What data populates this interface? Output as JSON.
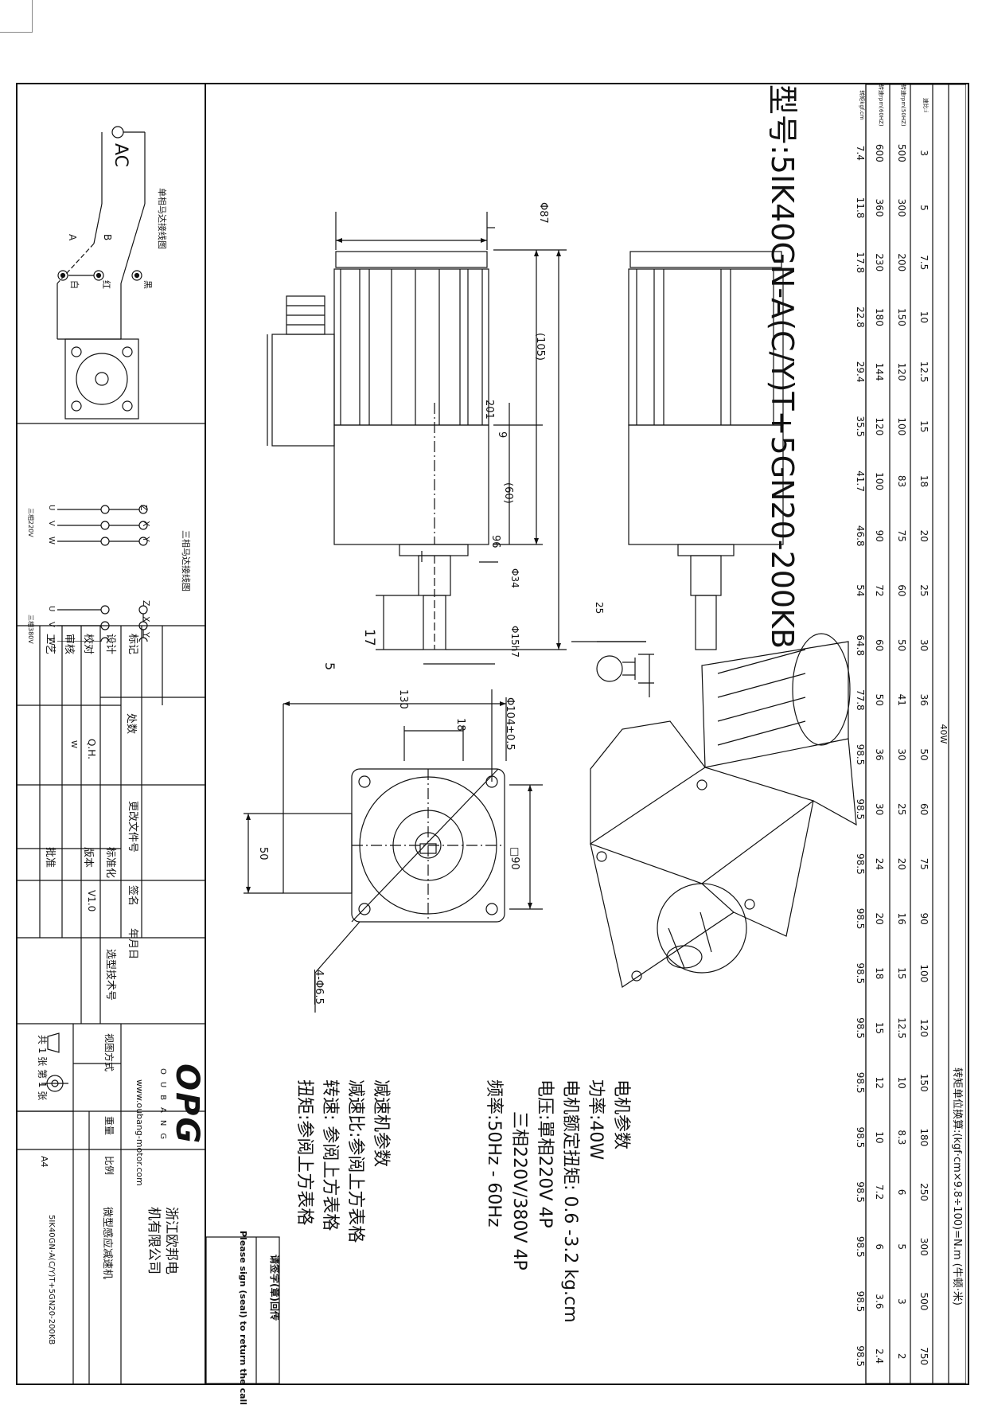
{
  "model": "型号:5IK40GN-A(C/Y)T+5GN20-200KB",
  "speed_table": {
    "power_header": "40W",
    "unit_note": "转矩单位换算:(kgf·cm×9.8÷100)=N.m (牛顿·米)",
    "row_labels": [
      "速比:i",
      "转速rpm(50HZ)",
      "转速rpm(60HZ)",
      "转矩kgf.cm"
    ],
    "ratio": [
      "3",
      "5",
      "7.5",
      "10",
      "12.5",
      "15",
      "18",
      "20",
      "25",
      "30",
      "36",
      "50",
      "60",
      "75",
      "90",
      "100",
      "120",
      "150",
      "180",
      "250",
      "300",
      "500",
      "750"
    ],
    "rpm50": [
      "500",
      "300",
      "200",
      "150",
      "120",
      "100",
      "83",
      "75",
      "60",
      "50",
      "41",
      "30",
      "25",
      "20",
      "16",
      "15",
      "12.5",
      "10",
      "8.3",
      "6",
      "5",
      "3",
      "2"
    ],
    "rpm60": [
      "600",
      "360",
      "230",
      "180",
      "144",
      "120",
      "100",
      "90",
      "72",
      "60",
      "50",
      "36",
      "30",
      "24",
      "20",
      "18",
      "15",
      "12",
      "10",
      "7.2",
      "6",
      "3.6",
      "2.4"
    ],
    "torque": [
      "7.4",
      "11.8",
      "17.8",
      "22.8",
      "29.4",
      "35.5",
      "41.7",
      "46.8",
      "54",
      "64.8",
      "77.8",
      "98.5",
      "98.5",
      "98.5",
      "98.5",
      "98.5",
      "98.5",
      "98.5",
      "98.5",
      "98.5",
      "98.5",
      "98.5",
      "98.5"
    ]
  },
  "dimensions": {
    "d87": "Φ87",
    "d105": "(105)",
    "d201": "201",
    "d9": "9",
    "d60": "(60)",
    "d96": "96",
    "d34": "Φ34",
    "d25": "25",
    "d15h7": "Φ15h7",
    "d17": "17",
    "d5": "5",
    "d130": "130",
    "d18": "18",
    "d104": "Φ104±0.5",
    "d90": "□90",
    "d50": "50",
    "d4x65": "4-Φ6.5"
  },
  "specs": {
    "motor_title": "电机参数",
    "power": "功率:40W",
    "torque": "电机额定扭矩: 0.6 -3.2 kg.cm",
    "voltage1": "电压:單相220V 4P",
    "voltage2": "三相220V/380V 4P",
    "frequency": "频率:50Hz - 60Hz",
    "gear_title": "减速机参数",
    "gear_ratio": "减速比:参阅上方表格",
    "gear_speed": "转速: 参阅上方表格",
    "gear_torque": "扭矩:参阅上方表格"
  },
  "sign_box": {
    "cn": "请签字(章)回传",
    "en": "Please sign (seal) to return the call"
  },
  "wiring": {
    "single_title": "单相马达接线图",
    "ac": "AC",
    "a": "A",
    "b": "B",
    "white": "白",
    "red": "红",
    "black": "黑",
    "three_title": "三相马达接线图",
    "zxy": [
      "Z",
      "X",
      "Y"
    ],
    "uvw": [
      "U",
      "V",
      "W"
    ],
    "v220": "三相220V",
    "v380": "三相380V"
  },
  "titleblock": {
    "biaoji": "标记",
    "chushu": "处数",
    "gengai": "更改文件号",
    "qianming": "签名",
    "nianyueri": "年月日",
    "sheji": "设计",
    "biaozhunhua": "标准化",
    "jiaodui": "校对",
    "qh": "Q.H.",
    "banben": "版本",
    "v10": "V1.0",
    "shenhe": "审核",
    "w": "W",
    "gongyi": "工艺",
    "pizhun": "批准",
    "xuanxing": "选型技术号",
    "logo": "OPG",
    "logo_sub": "OUBANG",
    "url": "www.oubang-motor.com",
    "company": "浙江欧邦电机有限公司",
    "product": "微型感应减速机",
    "model_code": "5IK40GN-A(C/Y)T+5GN20-200KB",
    "view_method": "视图方式",
    "weight": "重量",
    "scale": "比例",
    "sheets": "共 1 张 第 1 张",
    "paper": "A4"
  }
}
